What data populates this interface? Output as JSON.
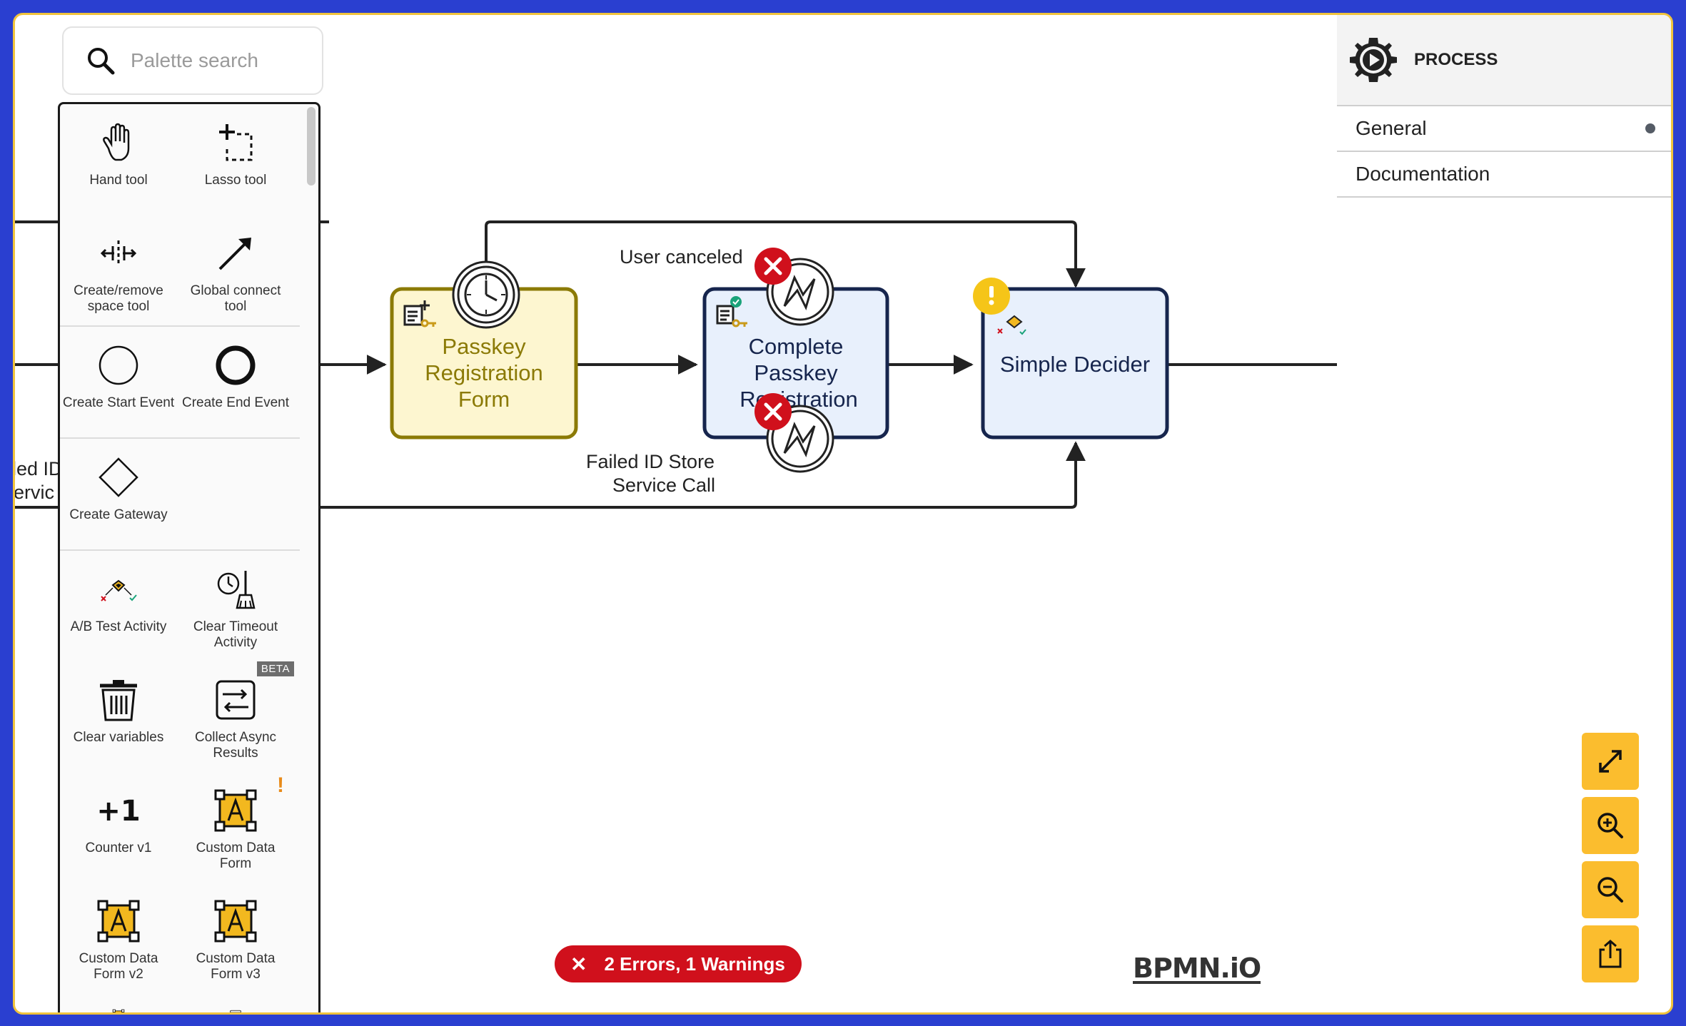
{
  "palette": {
    "search_placeholder": "Palette search",
    "items": [
      {
        "label": "Hand tool",
        "icon": "hand-icon"
      },
      {
        "label": "Lasso tool",
        "icon": "lasso-icon"
      },
      {
        "label": "Create/remove space tool",
        "icon": "space-tool-icon"
      },
      {
        "label": "Global connect tool",
        "icon": "connect-arrow-icon"
      },
      {
        "label": "Create Start Event",
        "icon": "start-event-icon"
      },
      {
        "label": "Create End Event",
        "icon": "end-event-icon"
      },
      {
        "label": "Create Gateway",
        "icon": "gateway-icon"
      },
      {
        "label": "A/B Test Activity",
        "icon": "ab-test-icon"
      },
      {
        "label": "Clear Timeout Activity",
        "icon": "clear-timeout-icon"
      },
      {
        "label": "Clear variables",
        "icon": "trash-icon"
      },
      {
        "label": "Collect Async Results",
        "icon": "collect-async-icon",
        "badge": "BETA"
      },
      {
        "label": "Counter v1",
        "icon": "counter-icon",
        "glyph": "+1"
      },
      {
        "label": "Custom Data Form",
        "icon": "custom-data-form-icon",
        "warning": "!"
      },
      {
        "label": "Custom Data Form v2",
        "icon": "custom-data-form-icon"
      },
      {
        "label": "Custom Data Form v3",
        "icon": "custom-data-form-icon"
      }
    ]
  },
  "diagram": {
    "tasks": {
      "passkey_form": [
        "Passkey",
        "Registration",
        "Form"
      ],
      "complete_passkey": [
        "Complete",
        "Passkey",
        "Registration"
      ],
      "simple_decider": "Simple Decider"
    },
    "flow_labels": {
      "user_canceled": "User canceled",
      "failed_id_store": [
        "Failed ID Store",
        "Service Call"
      ],
      "clipped_left": [
        "led ID",
        "ervic"
      ]
    },
    "colors": {
      "form_fill": "#fdf6d0",
      "form_stroke": "#8b7a06",
      "form_text": "#8b7a06",
      "task_fill": "#e8f0fc",
      "task_stroke": "#16254d",
      "task_text": "#16254d",
      "error": "#d0101c",
      "warning": "#f5c518"
    }
  },
  "properties": {
    "title": "PROCESS",
    "sections": [
      {
        "label": "General",
        "has_dot": true
      },
      {
        "label": "Documentation",
        "has_dot": false
      }
    ]
  },
  "zoom_controls": [
    "fit-viewport-icon",
    "zoom-in-icon",
    "zoom-out-icon",
    "export-icon"
  ],
  "status": {
    "errors_text": "2 Errors, 1 Warnings"
  },
  "logo": "BPMN.iO"
}
